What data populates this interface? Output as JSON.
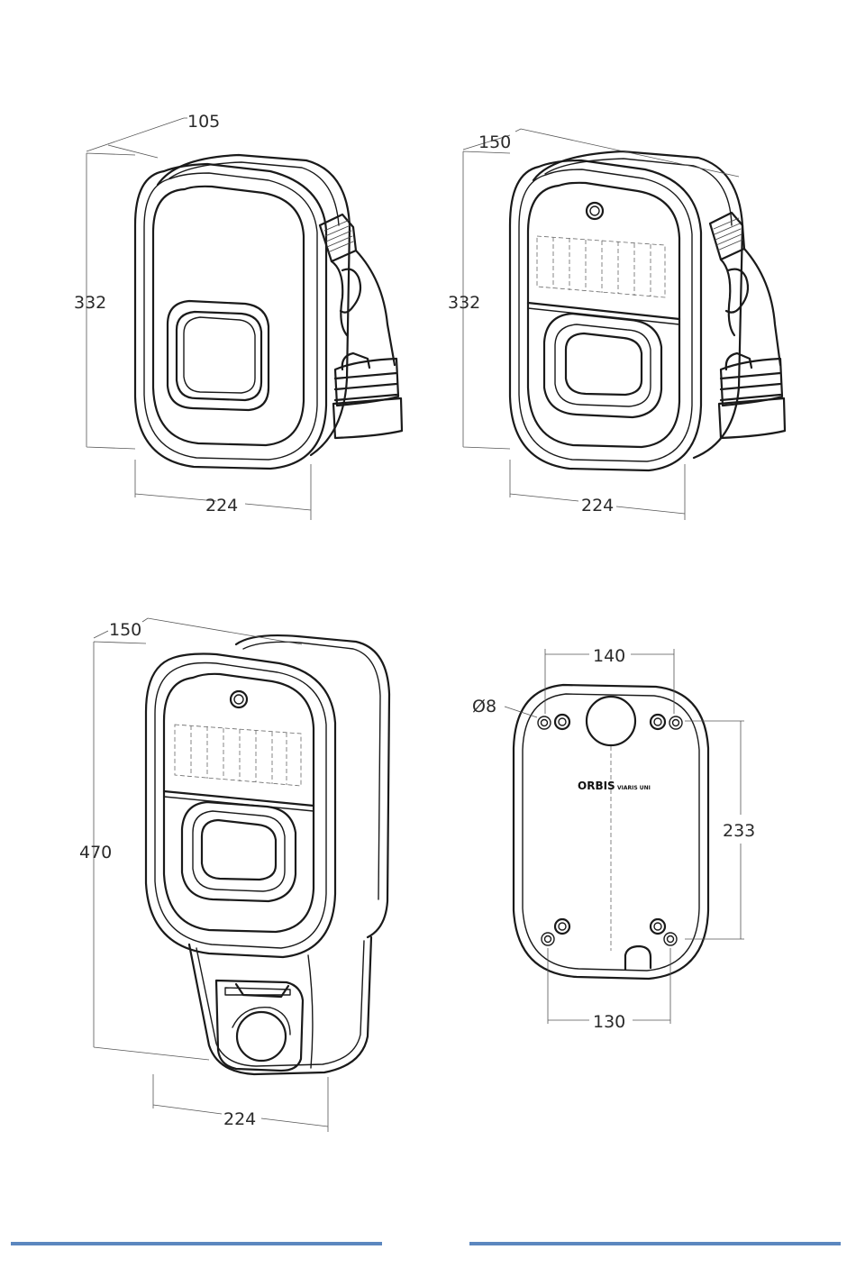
{
  "views": {
    "front_cable": {
      "depth": "105",
      "height": "332",
      "width": "224"
    },
    "front_display_cable": {
      "depth": "150",
      "height": "332",
      "width": "224"
    },
    "front_display_socket": {
      "depth": "150",
      "height": "470",
      "width": "224"
    },
    "back_mounting": {
      "hole_diameter": "Ø8",
      "top_hole_spacing": "140",
      "vertical_hole_spacing": "233",
      "bottom_hole_spacing": "130",
      "logo_brand": "ORBIS",
      "logo_model": "VIARIS UNI"
    }
  },
  "footer": {
    "bar_color": "#5b87bf"
  }
}
